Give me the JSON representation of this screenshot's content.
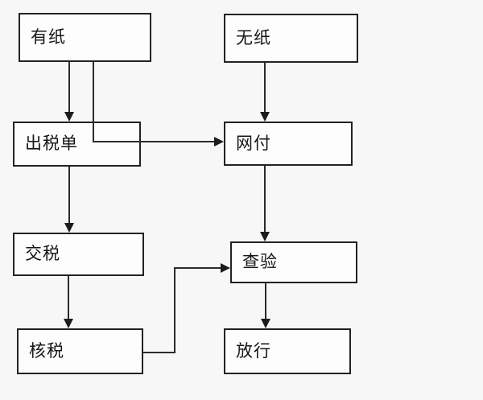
{
  "diagram": {
    "type": "flowchart",
    "background_color": "#f7f7f7",
    "box_fill_color": "#fdfdfd",
    "box_border_color": "#222222",
    "line_color": "#2b2b2b",
    "text_color": "#161616",
    "nodes": [
      {
        "id": "youzhi",
        "label": "有纸"
      },
      {
        "id": "wuzhi",
        "label": "无纸"
      },
      {
        "id": "chushuidan",
        "label": "出税单"
      },
      {
        "id": "wangfu",
        "label": "网付"
      },
      {
        "id": "jiaoshui",
        "label": "交税"
      },
      {
        "id": "chayan",
        "label": "查验"
      },
      {
        "id": "heshui",
        "label": "核税"
      },
      {
        "id": "fangxing",
        "label": "放行"
      }
    ],
    "edges": [
      {
        "from": "youzhi",
        "to": "chushuidan",
        "style": "straight-down"
      },
      {
        "from": "youzhi",
        "to": "wangfu",
        "style": "elbow-through-chushuidan"
      },
      {
        "from": "wuzhi",
        "to": "wangfu",
        "style": "straight-down"
      },
      {
        "from": "chushuidan",
        "to": "jiaoshui",
        "style": "straight-down"
      },
      {
        "from": "wangfu",
        "to": "chayan",
        "style": "straight-down"
      },
      {
        "from": "jiaoshui",
        "to": "heshui",
        "style": "straight-down"
      },
      {
        "from": "heshui",
        "to": "chayan",
        "style": "elbow-right-up-right"
      },
      {
        "from": "chayan",
        "to": "fangxing",
        "style": "straight-down"
      }
    ]
  }
}
